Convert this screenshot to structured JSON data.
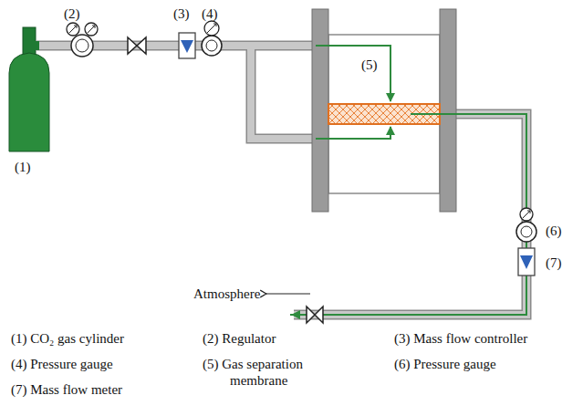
{
  "diagram": {
    "labels": [
      "(2)",
      "(3)",
      "(4)",
      "(5)",
      "(1)",
      "(6)",
      "(7)",
      "Atmosphere",
      "(1) CO₂ gas cylinder",
      "(2) Regulator",
      "(3) Mass flow controller",
      "(4) Pressure gauge",
      "(5) Gas separation membrane",
      "(6) Pressure gauge",
      "(7) Mass flow meter"
    ]
  }
}
